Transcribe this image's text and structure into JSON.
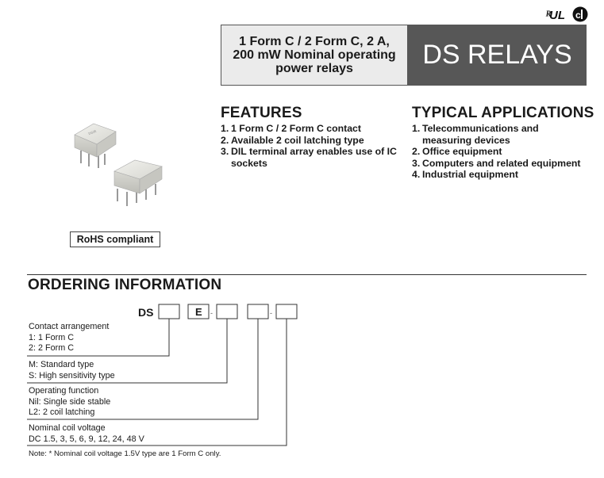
{
  "certifications": {
    "ul": "UL",
    "csa": "CSA"
  },
  "header": {
    "subtitle_lines": [
      "1 Form C / 2 Form C, 2 A,",
      "200 mW Nominal operating",
      "power relays"
    ],
    "product": "DS RELAYS"
  },
  "features": {
    "heading": "FEATURES",
    "items": [
      {
        "num": "1.",
        "text": "1 Form C / 2 Form C contact"
      },
      {
        "num": "2.",
        "text": "Available 2 coil latching type"
      },
      {
        "num": "3.",
        "text": "DIL terminal array enables use of IC sockets"
      }
    ]
  },
  "applications": {
    "heading": "TYPICAL APPLICATIONS",
    "items": [
      {
        "num": "1.",
        "text": "Telecommunications and measuring devices"
      },
      {
        "num": "2.",
        "text": "Office equipment"
      },
      {
        "num": "3.",
        "text": "Computers and related equipment"
      },
      {
        "num": "4.",
        "text": "Industrial equipment"
      }
    ]
  },
  "rohs": "RoHS compliant",
  "ordering": {
    "heading": "ORDERING INFORMATION",
    "prefix": "DS",
    "fixed": "E",
    "dash": "-",
    "groups": [
      {
        "title": "Contact arrangement",
        "lines": [
          "1: 1 Form C",
          "2: 2 Form C"
        ]
      },
      {
        "title": "",
        "lines": [
          "M: Standard type",
          "S:  High sensitivity type"
        ]
      },
      {
        "title": "Operating function",
        "lines": [
          "Nil: Single side stable",
          "L2: 2 coil latching"
        ]
      },
      {
        "title": "Nominal coil voltage",
        "lines": [
          "DC 1.5, 3, 5, 6, 9, 12, 24, 48 V"
        ]
      }
    ],
    "note": "Note: * Nominal coil voltage 1.5V type are 1 Form C only."
  }
}
